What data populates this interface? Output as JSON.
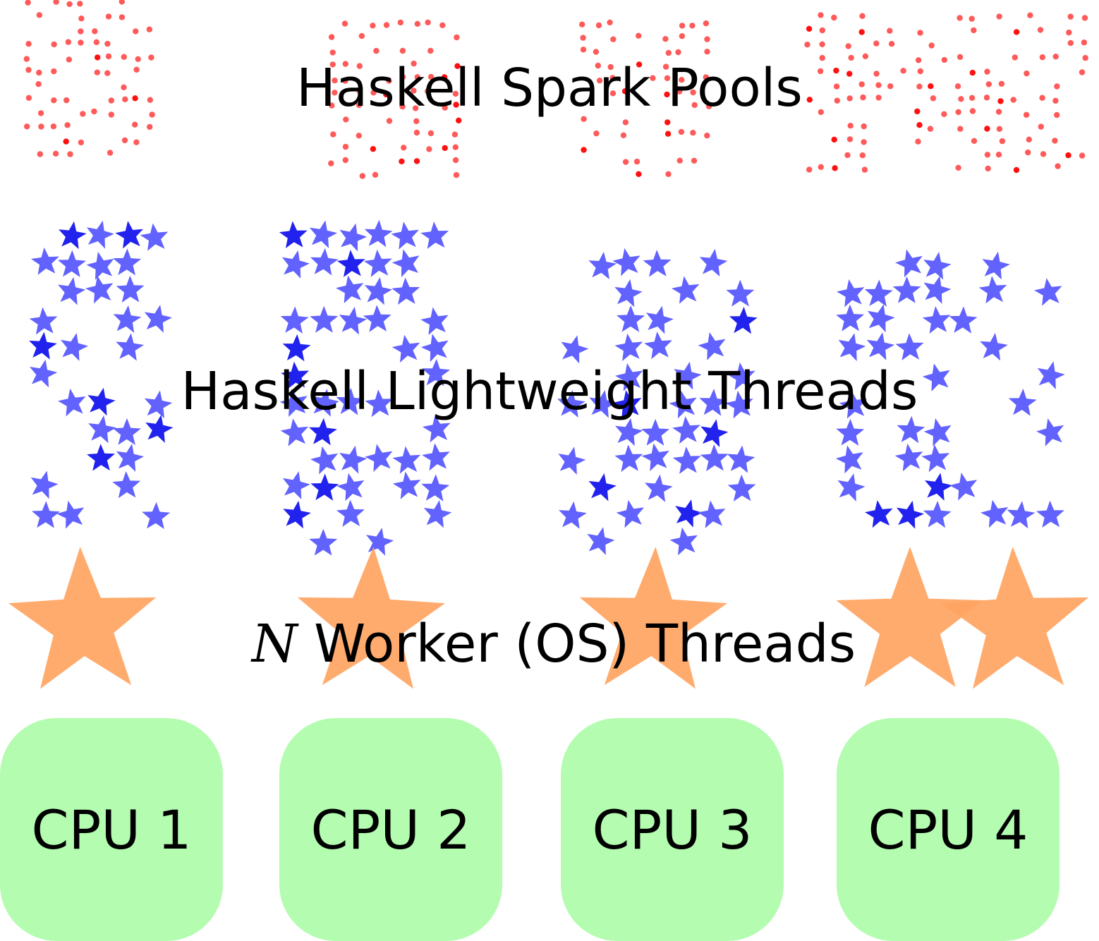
{
  "labels": {
    "spark_pools": "Haskell Spark Pools",
    "lightweight_threads": "Haskell Lightweight Threads",
    "worker_var": "N",
    "worker_threads": "Worker (OS) Threads"
  },
  "cpus": [
    "CPU 1",
    "CPU 2",
    "CPU 3",
    "CPU 4"
  ],
  "colors": {
    "spark_dot": "#ff5a5a",
    "spark_dot_dark": "#ff1010",
    "lightweight_star": "#6262ff",
    "lightweight_star_dark": "#2222ee",
    "worker_star": "#ffa462",
    "cpu_box": "#b3fcb0",
    "text": "#000000"
  }
}
